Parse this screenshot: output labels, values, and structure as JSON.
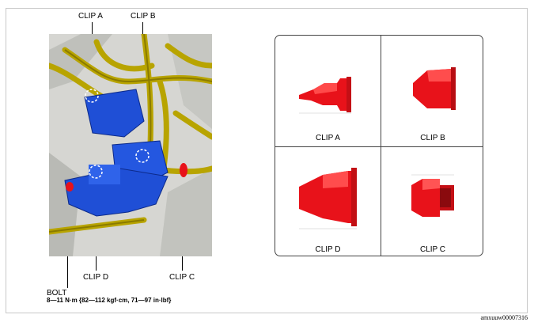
{
  "callouts": {
    "clip_a": "CLIP A",
    "clip_b": "CLIP B",
    "clip_c": "CLIP C",
    "clip_d": "CLIP D",
    "bolt": "BOLT"
  },
  "torque_spec": "8—11 N·m {82—112 kgf·cm, 71—97 in·lbf}",
  "figure_id": "amxuuw00007316",
  "panel": {
    "cells": [
      {
        "caption": "CLIP A"
      },
      {
        "caption": "CLIP B"
      },
      {
        "caption": "CLIP D"
      },
      {
        "caption": "CLIP C"
      }
    ]
  },
  "colors": {
    "harness": "#b8a400",
    "bracket": "#1f4fd6",
    "clip": "#e8121a",
    "frame": "#c8c8c8"
  }
}
